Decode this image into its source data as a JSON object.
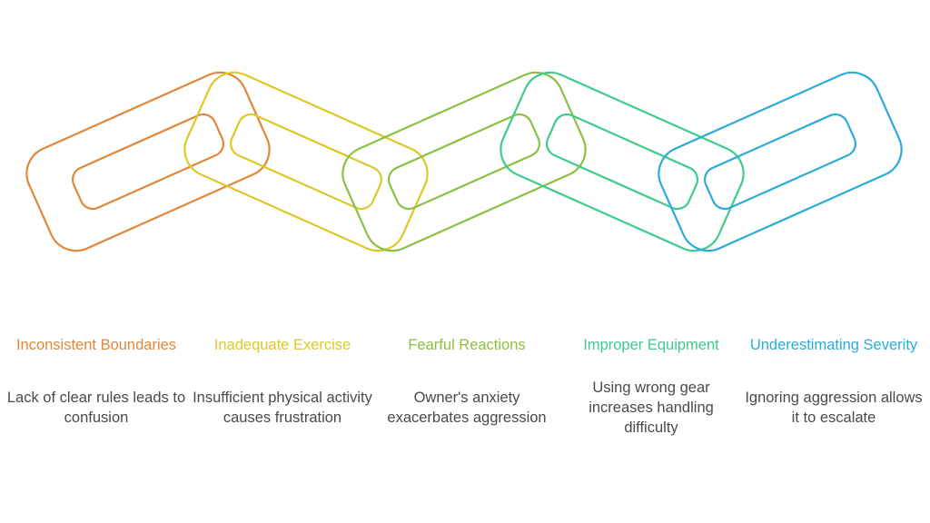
{
  "links": [
    {
      "title": "Inconsistent Boundaries",
      "description": "Lack of clear rules leads to confusion",
      "color": "#e0873a"
    },
    {
      "title": "Inadequate Exercise",
      "description": "Insufficient physical activity causes frustration",
      "color": "#dcc829"
    },
    {
      "title": "Fearful Reactions",
      "description": "Owner's anxiety exacerbates aggression",
      "color": "#8cc043"
    },
    {
      "title": "Improper Equipment",
      "description": "Using wrong gear increases handling difficulty",
      "color": "#3dcc8a"
    },
    {
      "title": "Underestimating Severity",
      "description": "Ignoring aggression allows it to escalate",
      "color": "#2aabd8"
    }
  ]
}
